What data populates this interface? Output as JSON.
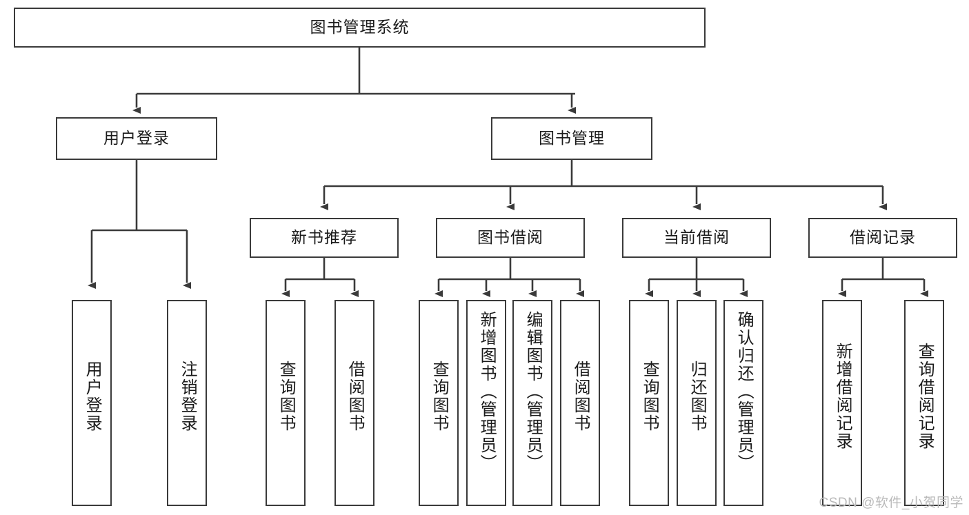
{
  "diagram": {
    "title": "图书管理系统",
    "watermark": "CSDN @软件_小贺同学",
    "colors": {
      "box_border": "#3a3a3a",
      "box_fill": "#ffffff",
      "edge": "#3a3a3a",
      "text": "#1b1b1b",
      "watermark": "#b9b9b9"
    },
    "root": {
      "label": "图书管理系统"
    },
    "level2": [
      {
        "label": "用户登录"
      },
      {
        "label": "图书管理"
      }
    ],
    "level3": [
      {
        "label": "新书推荐"
      },
      {
        "label": "图书借阅"
      },
      {
        "label": "当前借阅"
      },
      {
        "label": "借阅记录"
      }
    ],
    "leaves": {
      "user_login": [
        {
          "label": "用户登录"
        },
        {
          "label": "注销登录"
        }
      ],
      "new_book": [
        {
          "label": "查询图书"
        },
        {
          "label": "借阅图书"
        }
      ],
      "book_borrow": [
        {
          "label": "查询图书"
        },
        {
          "label": "新增图书（管理员）"
        },
        {
          "label": "编辑图书（管理员）"
        },
        {
          "label": "借阅图书"
        }
      ],
      "current_borrow": [
        {
          "label": "查询图书"
        },
        {
          "label": "归还图书"
        },
        {
          "label": "确认归还（管理员）"
        }
      ],
      "borrow_record": [
        {
          "label": "新增借阅记录"
        },
        {
          "label": "查询借阅记录"
        }
      ]
    }
  }
}
